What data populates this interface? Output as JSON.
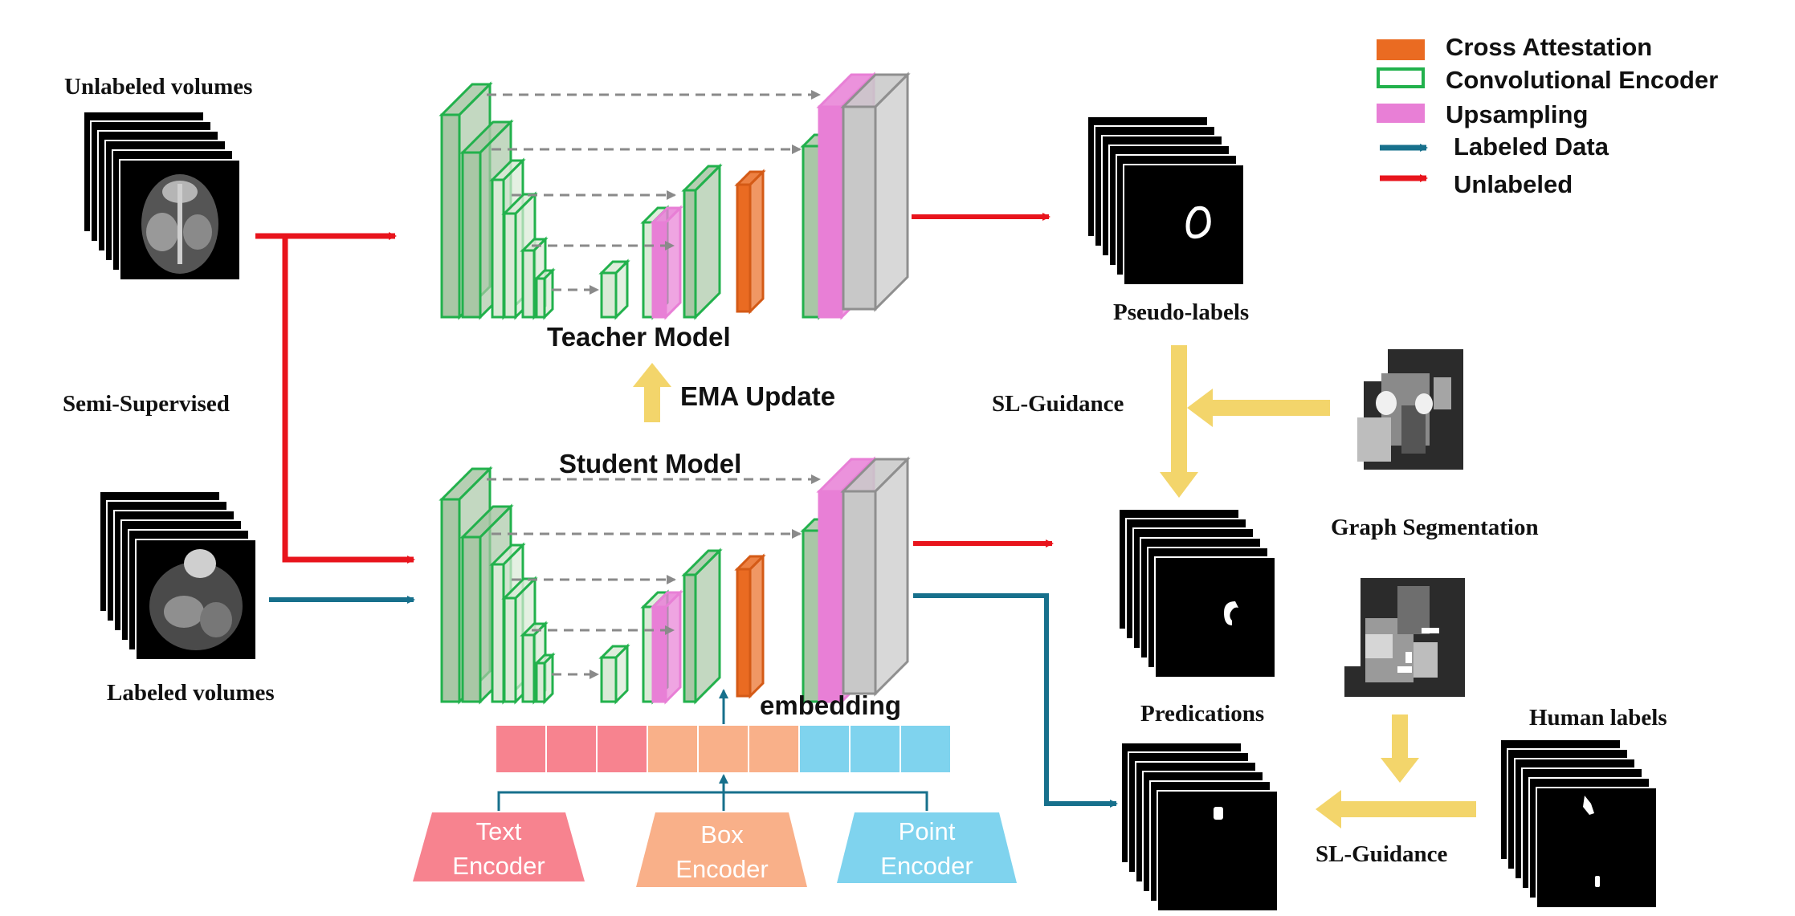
{
  "labels": {
    "unlabeled_volumes": "Unlabeled volumes",
    "semi_supervised": "Semi-Supervised",
    "labeled_volumes": "Labeled volumes",
    "teacher_model": "Teacher Model",
    "ema_update": "EMA Update",
    "student_model": "Student  Model",
    "embedding": "embedding",
    "pseudo_labels": "Pseudo-labels",
    "sl_guidance_top": "SL-Guidance",
    "graph_segmentation": "Graph Segmentation",
    "predications": "Predications",
    "human_labels": "Human labels",
    "sl_guidance_bottom": "SL-Guidance"
  },
  "encoders": {
    "text_line1": "Text",
    "text_line2": "Encoder",
    "box_line1": "Box",
    "box_line2": "Encoder",
    "point_line1": "Point",
    "point_line2": "Encoder"
  },
  "legend": {
    "cross_attestation": "Cross Attestation",
    "convolutional_encoder": "Convolutional Encoder",
    "upsampling": "Upsampling",
    "labeled_data": "Labeled Data",
    "unlabeled": "Unlabeled"
  },
  "colors": {
    "unlabeled_arrow": "#e8141c",
    "labeled_arrow": "#17708c",
    "encoder_green": "#22b14c",
    "encoder_fill": "#a9c7a6",
    "upsampling": "#e87fd6",
    "cross_attestation": "#ea6b22",
    "guidance_arrow": "#f3d56b",
    "text_encoder": "#f7838f",
    "box_encoder": "#f9b089",
    "point_encoder": "#7fd3ee"
  }
}
